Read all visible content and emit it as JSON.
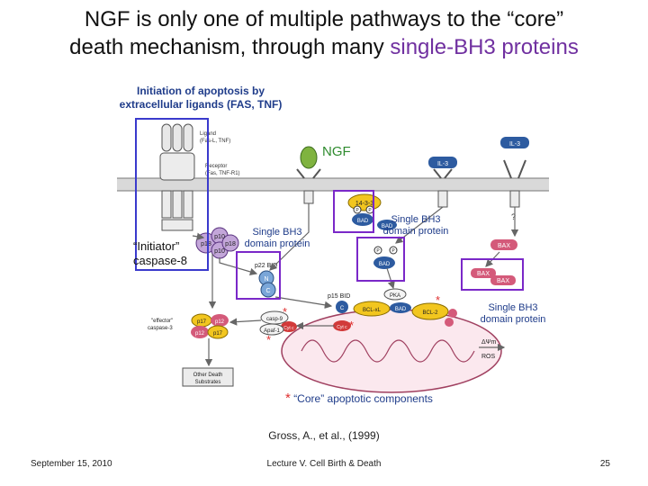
{
  "slide": {
    "title_part1": "NGF is only one of multiple pathways to the “core”",
    "title_part2": "death mechanism, through many ",
    "title_highlight": "single-BH3 proteins",
    "subtitle_line1": "Initiation of apoptosis by",
    "subtitle_line2": "extracellular ligands (FAS, TNF)",
    "ngf_label": "NGF",
    "bh3_label_left_line1": "Single BH3",
    "bh3_label_left_line2": "domain protein",
    "bh3_label_center_line1": "Single BH3",
    "bh3_label_center_line2": "domain protein",
    "bh3_label_right_line1": "Single BH3",
    "bh3_label_right_line2": "domain protein",
    "initiator_line1": "“Initiator”",
    "initiator_line2": "caspase-8",
    "core_star": "*",
    "core_text": "“Core” apoptotic components",
    "citation": "Gross, A., et al., (1999)",
    "footer_date": "September 15, 2010",
    "footer_course": "Lecture V. Cell Birth & Death",
    "footer_page": "25"
  },
  "diagram": {
    "ligand_label": "Ligand",
    "ligand_sub": "(Fas-L, TNF)",
    "receptor_label": "Receptor",
    "receptor_sub": "(Fas, TNF-R1)",
    "il3_top": "IL-3",
    "il3_mid": "IL-3",
    "p18_a": "p18",
    "p10_a": "p10",
    "p18_b": "p18",
    "p10_b": "p10",
    "bid_label": "p22 BID",
    "n_label": "N",
    "c_label": "C",
    "p15_bid": "p15 BID",
    "c_small": "C",
    "bcl_xl": "BCL-xL",
    "bad_mid": "BAD",
    "bcl2": "BCL-2",
    "pka": "PKA",
    "protein_1433": "14-3-3",
    "p_a": "P",
    "p_b": "P",
    "bad_1433": "BAD",
    "bad_center": "BAD",
    "p_c": "P",
    "p_d": "P",
    "bad_low": "BAD",
    "bax_1": "BAX",
    "bax_2": "BAX",
    "bax_3": "BAX",
    "question": "?",
    "effector_line1": "\"effector\"",
    "effector_line2": "caspase-3",
    "p17_a": "p17",
    "p12_a": "p12",
    "p12_b": "p12",
    "p17_b": "p17",
    "casp9": "casp-9",
    "cyt_c": "Cyt c",
    "apaf1": "Apaf-1",
    "cyt_c_2": "Cyt c",
    "other_line1": "Other Death",
    "other_line2": "Substrates",
    "delta_psi": "ΔΨm",
    "ros": "ROS",
    "star": "*"
  },
  "colors": {
    "highlight": "#7030a0",
    "subtitle": "#1f3c8a",
    "box_blue": "#3a3acc",
    "box_purple": "#7a28c8",
    "ngf_green": "#2e8b2e",
    "star_red": "#e03030"
  }
}
